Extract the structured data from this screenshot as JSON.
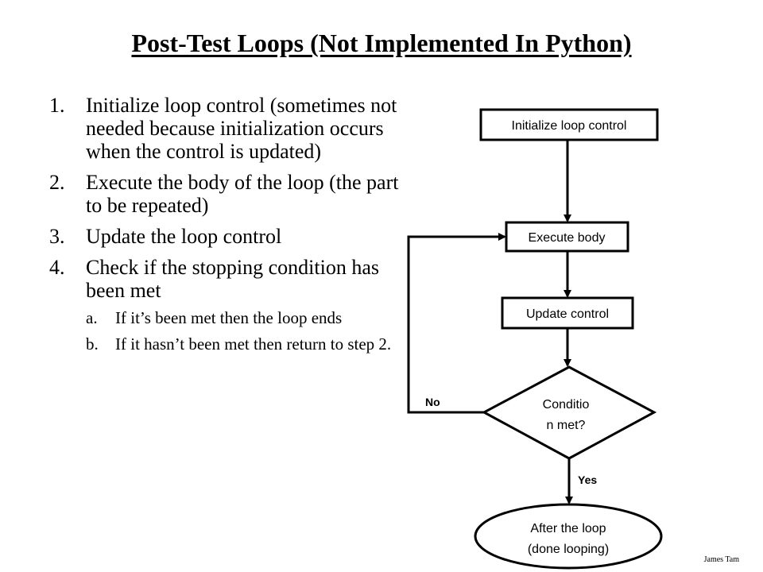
{
  "title": "Post-Test Loops (Not Implemented In Python)",
  "steps": [
    {
      "num": "1.",
      "text": "Initialize loop control (sometimes not needed because initialization occurs when the control is updated)"
    },
    {
      "num": "2.",
      "text": "Execute the body of the loop (the part to be repeated)"
    },
    {
      "num": "3.",
      "text": "Update the loop control"
    },
    {
      "num": "4.",
      "text": "Check if the stopping condition has been met"
    }
  ],
  "substeps": [
    {
      "num": "a.",
      "text": "If it’s been met then the loop ends"
    },
    {
      "num": "b.",
      "text": "If it hasn’t been met then return to step 2."
    }
  ],
  "flowchart": {
    "init": "Initialize loop control",
    "body": "Execute body",
    "update": "Update control",
    "condition_line1": "Conditio",
    "condition_line2": "n met?",
    "no_label": "No",
    "yes_label": "Yes",
    "after_line1": "After the loop",
    "after_line2": "(done looping)"
  },
  "footer": "James Tam"
}
